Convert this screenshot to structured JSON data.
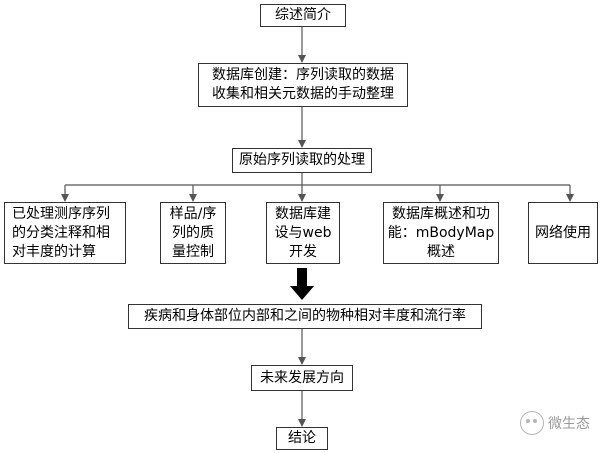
{
  "nodes": {
    "intro": "综述简介",
    "database": "数据库创建：序列读取的数据\n收集和相关元数据的手动整理",
    "raw_processing": "原始序列读取的处理",
    "branch_abundance": "已处理测序序列\n的分类注释和相\n对丰度的计算",
    "branch_quality": "样品/序\n列的质\n量控制",
    "branch_web": "数据库建\n设与web\n开发",
    "branch_mbodymap": "数据库概述和功\n能：mBodyMap\n概述",
    "branch_network": "网络使用",
    "disease": "疾病和身体部位内部和之间的物种相对丰度和流行率",
    "future": "未来发展方向",
    "conclusion": "结论"
  },
  "watermark": {
    "icon": "wechat-icon",
    "text": "微生态"
  }
}
